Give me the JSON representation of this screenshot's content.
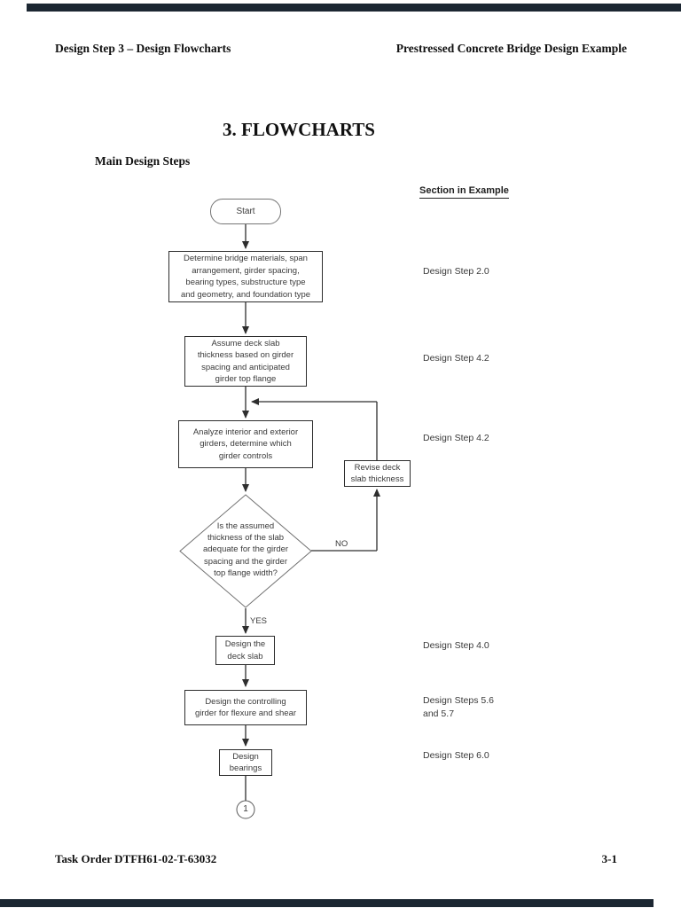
{
  "header": {
    "left": "Design Step 3 – Design Flowcharts",
    "right": "Prestressed Concrete Bridge Design Example"
  },
  "title": "3. FLOWCHARTS",
  "subtitle": "Main Design Steps",
  "column_header": "Section in Example",
  "flowchart": {
    "start": {
      "label": "Start"
    },
    "steps": [
      {
        "id": "determine-bridge",
        "label": "Determine bridge materials, span\narrangement, girder spacing,\nbearing types, substructure type\nand geometry, and foundation type"
      },
      {
        "id": "assume-deck-slab",
        "label": "Assume deck slab\nthickness based on girder\nspacing and anticipated\ngirder top flange"
      },
      {
        "id": "analyze-girders",
        "label": "Analyze interior and exterior\ngirders, determine which\ngirder controls"
      },
      {
        "id": "revise-deck-slab",
        "label": "Revise deck\nslab thickness"
      },
      {
        "id": "design-deck-slab",
        "label": "Design the\ndeck slab"
      },
      {
        "id": "design-controlling-girder",
        "label": "Design the controlling\ngirder for flexure and shear"
      },
      {
        "id": "design-bearings",
        "label": "Design\nbearings"
      }
    ],
    "decision": {
      "label": "Is the assumed\nthickness of the slab\nadequate for the girder\nspacing and the girder\ntop flange width?",
      "no_label": "NO",
      "yes_label": "YES"
    },
    "off_page_connector": "1"
  },
  "section_refs": [
    {
      "text": "Design Step 2.0"
    },
    {
      "text": "Design Step 4.2"
    },
    {
      "text": "Design Step 4.2"
    },
    {
      "text": "Design Step 4.0"
    },
    {
      "text": "Design Steps 5.6\nand 5.7"
    },
    {
      "text": "Design Step 6.0"
    }
  ],
  "footer": {
    "left": "Task Order DTFH61-02-T-63032",
    "right": "3-1"
  },
  "colors": {
    "viewer_bar": "#1c2732",
    "line": "#2e2e2e",
    "text": "#3a3a3a"
  }
}
